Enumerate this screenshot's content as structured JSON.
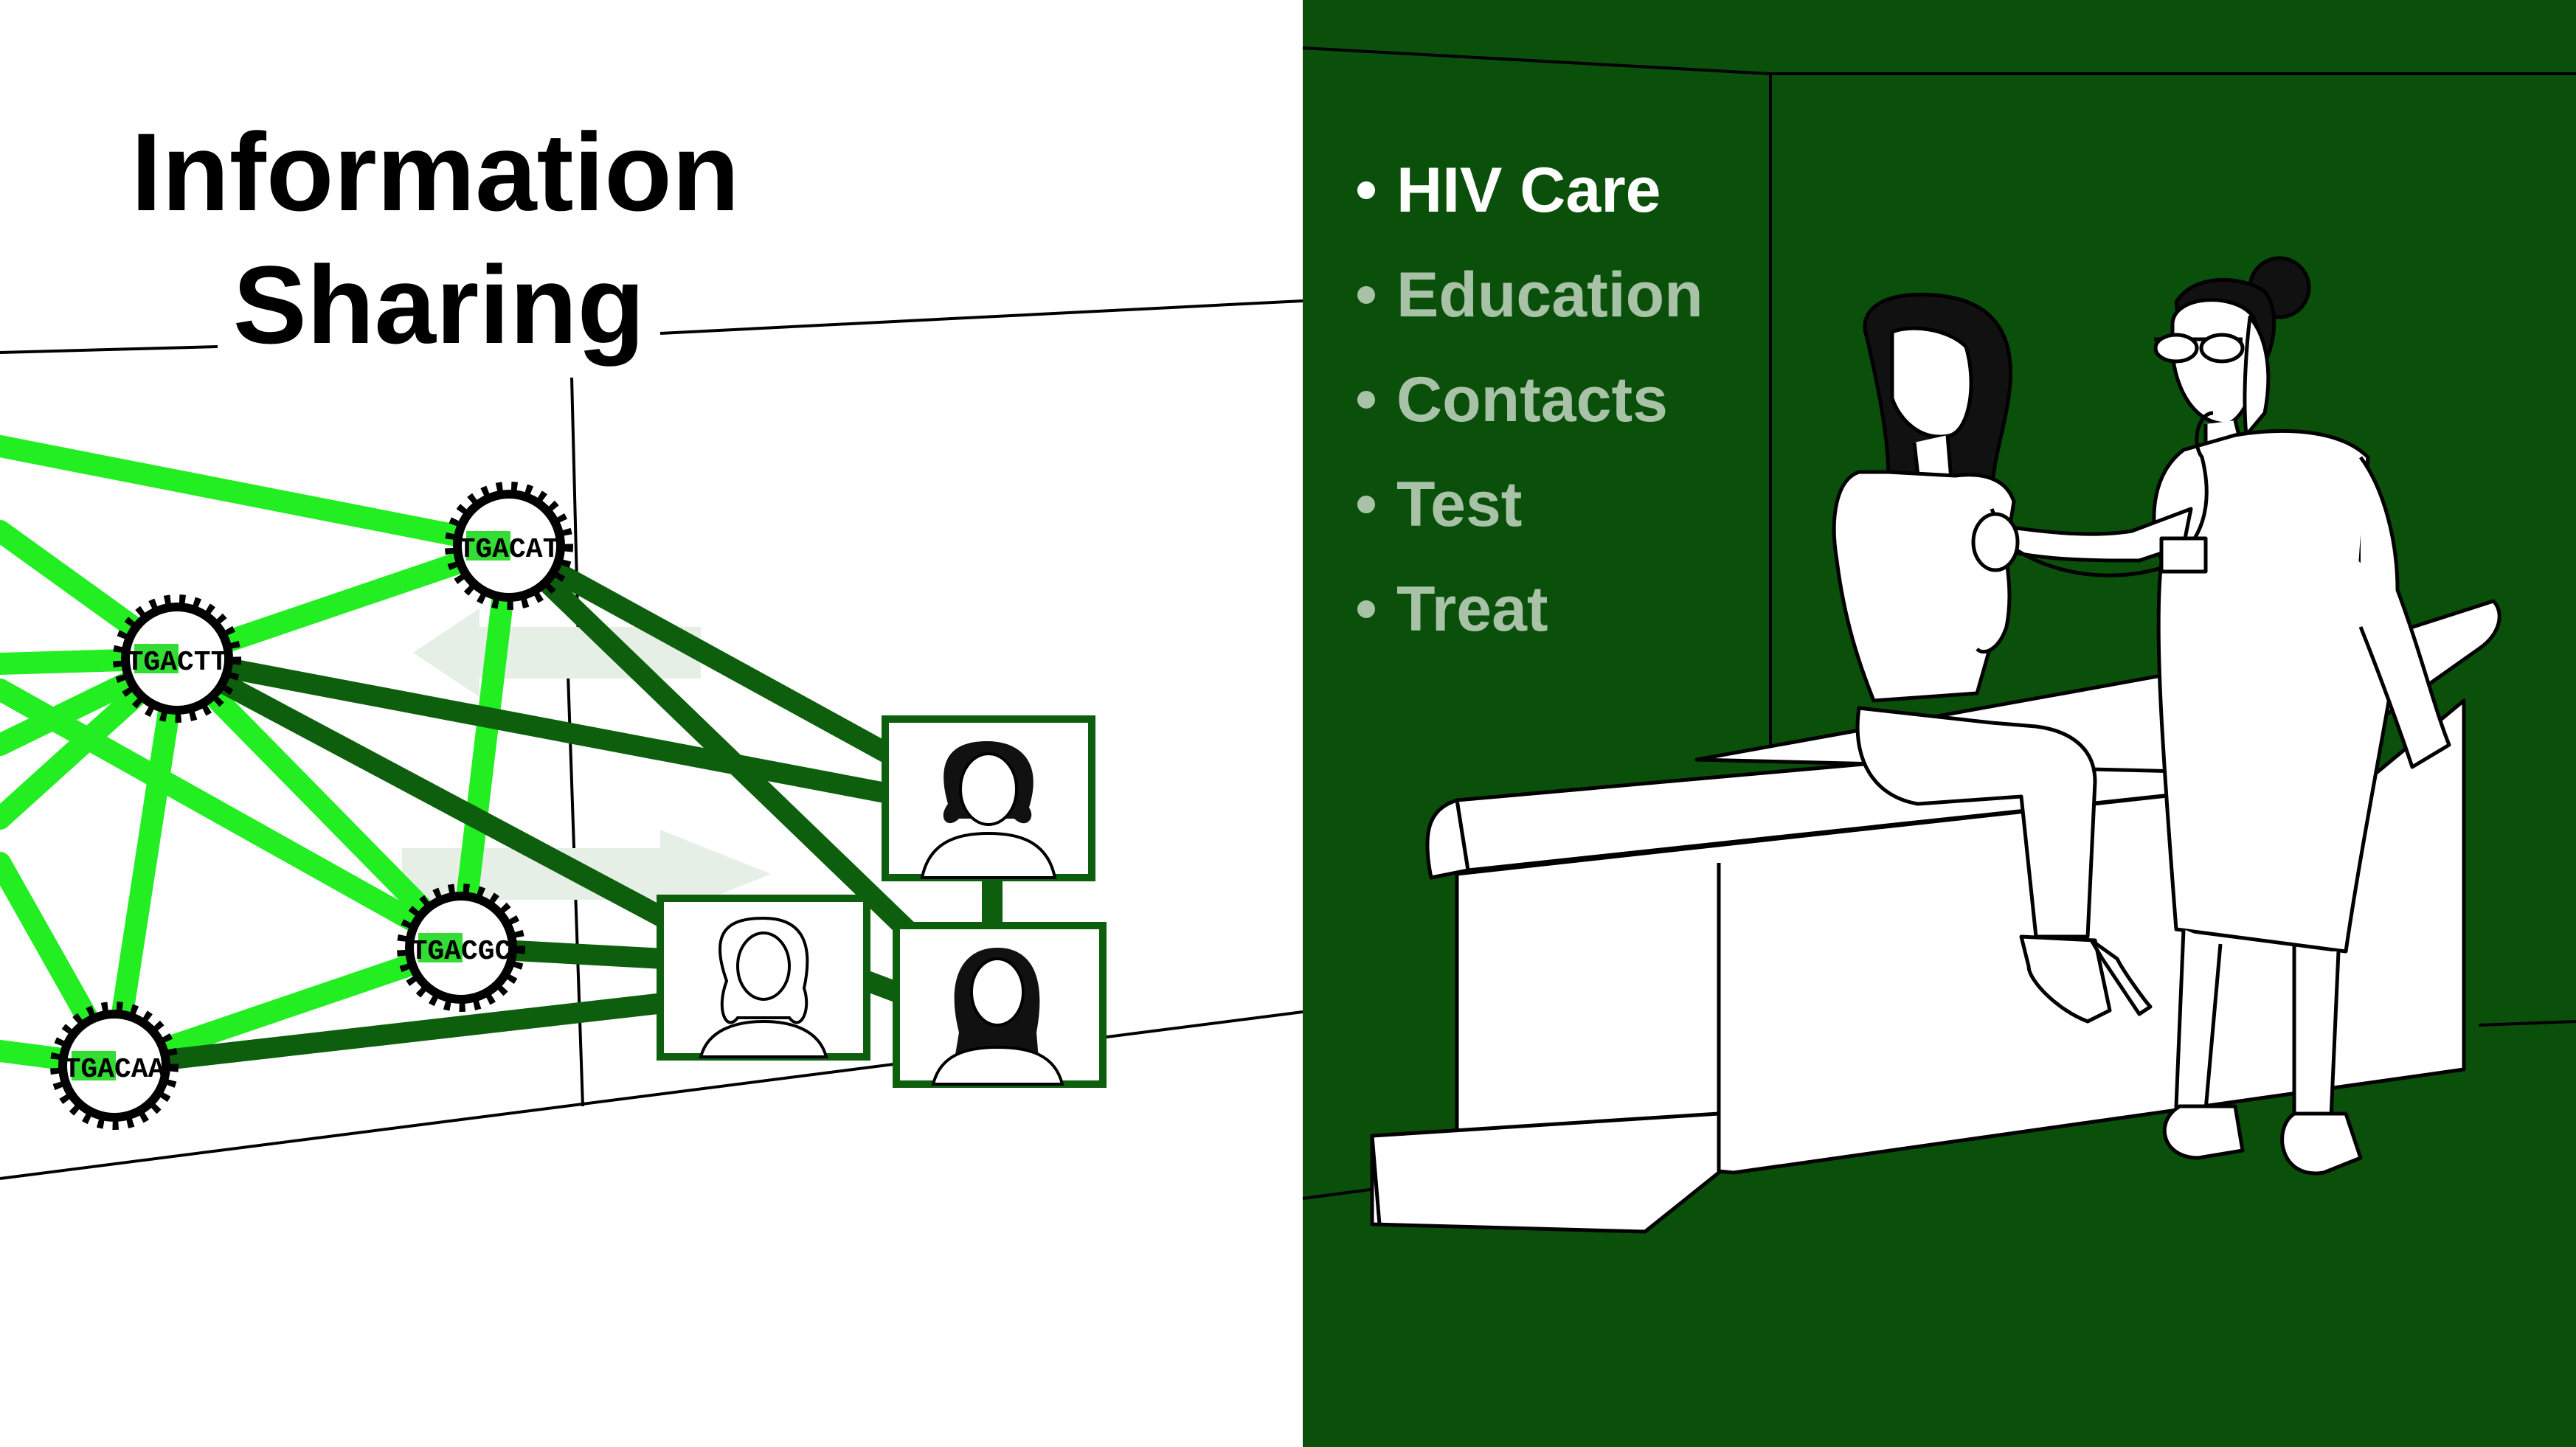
{
  "title": {
    "line1": "Information",
    "line2": "Sharing"
  },
  "nodes": [
    {
      "id": "n1",
      "seq_hi": "TGAC",
      "seq_lo": "AT"
    },
    {
      "id": "n2",
      "seq_hi": "TGAC",
      "seq_lo": "TT"
    },
    {
      "id": "n3",
      "seq_hi": "TGAC",
      "seq_lo": "GC"
    },
    {
      "id": "n4",
      "seq_hi": "TGAC",
      "seq_lo": "AA"
    }
  ],
  "list": [
    {
      "label": "HIV Care",
      "active": true
    },
    {
      "label": "Education",
      "active": false
    },
    {
      "label": "Contacts",
      "active": false
    },
    {
      "label": "Test",
      "active": false
    },
    {
      "label": "Treat",
      "active": false
    }
  ],
  "colors": {
    "bright_green": "#22ee22",
    "dark_green": "#0d5e0d",
    "panel_green": "#0a4f0a",
    "inactive_text": "#a8c2a8",
    "active_text": "#ffffff",
    "seq_highlight": "#33dd33"
  }
}
